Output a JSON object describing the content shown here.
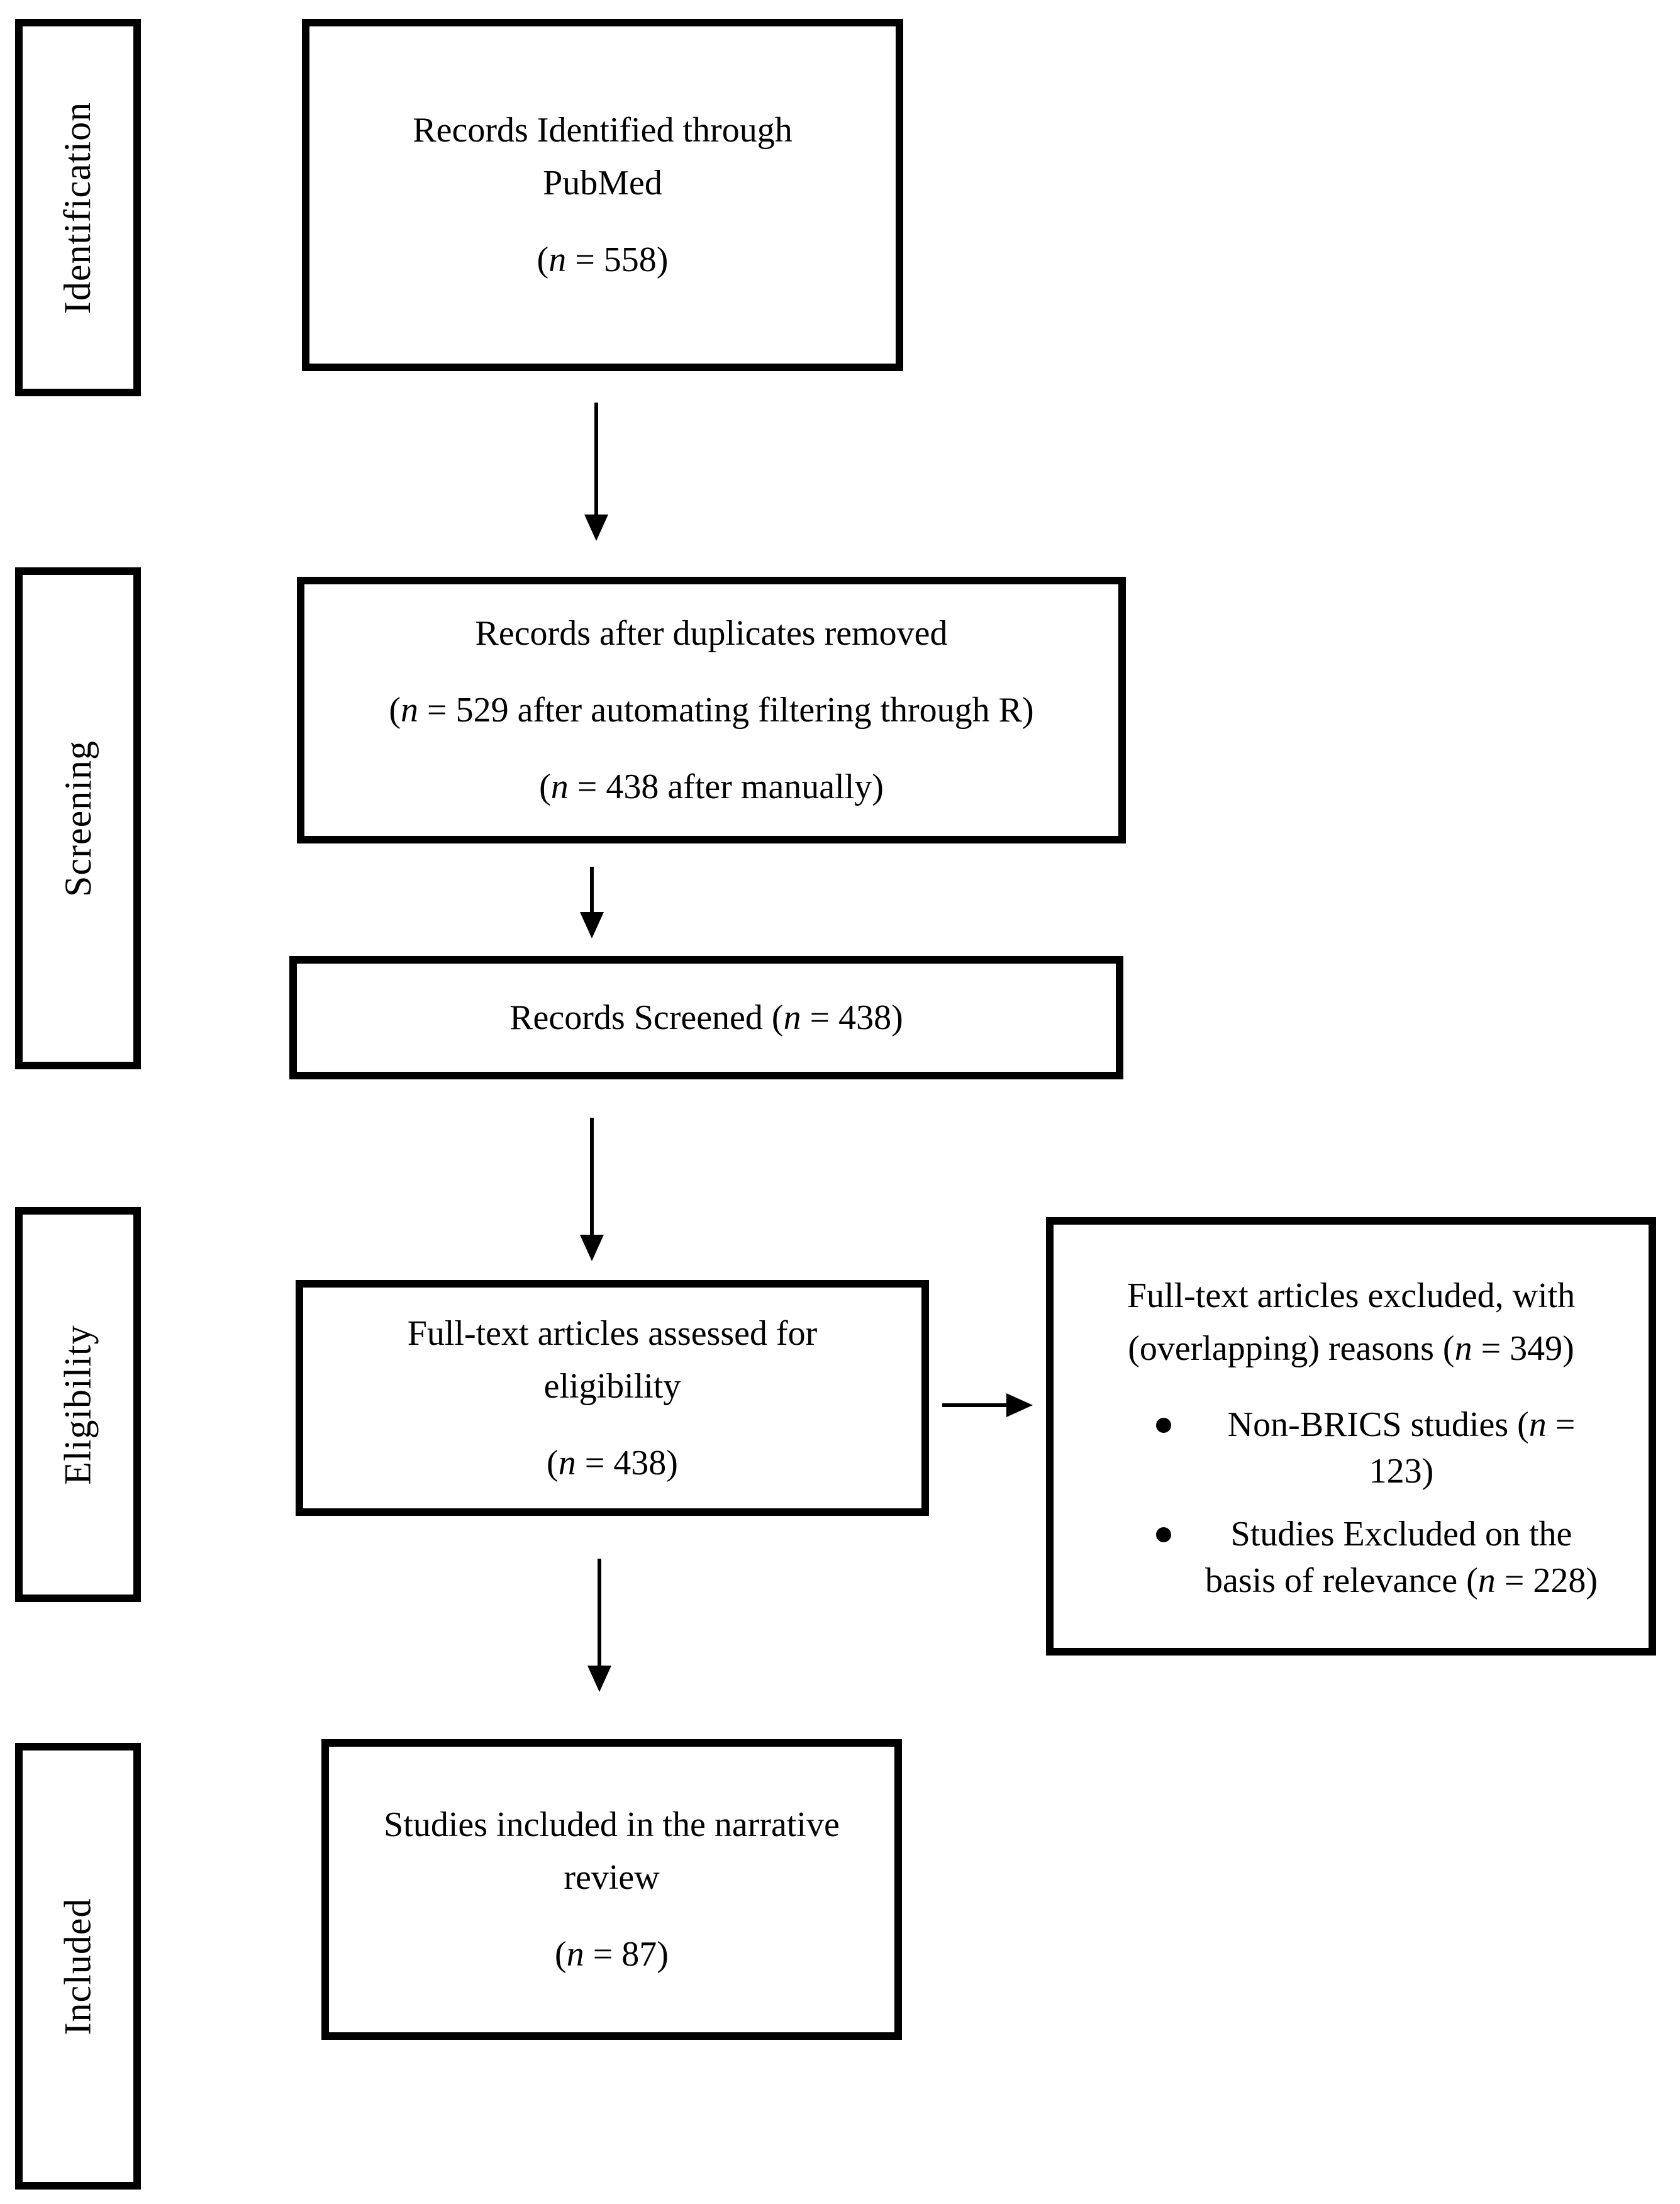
{
  "colors": {
    "ink": "#000000",
    "background": "#ffffff"
  },
  "sidebar": {
    "stages": [
      {
        "label": "Identification"
      },
      {
        "label": "Screening"
      },
      {
        "label": "Eligibility"
      },
      {
        "label": "Included"
      }
    ]
  },
  "flow": {
    "identified": {
      "lines": [
        "Records Identified through",
        "PubMed"
      ],
      "count": "(n = 558)"
    },
    "deduplicated": {
      "lines": [
        "Records after duplicates removed",
        "(n = 529 after automating filtering through R)",
        "(n = 438 after manually)"
      ]
    },
    "screened": {
      "text": "Records Screened (n = 438)"
    },
    "assessed": {
      "lines": [
        "Full-text articles assessed for",
        "eligibility"
      ],
      "count": "(n = 438)"
    },
    "excluded": {
      "lines": [
        "Full-text articles excluded, with",
        "(overlapping) reasons (n = 349)"
      ],
      "bullets": [
        "Non-BRICS studies (n = 123)",
        "Studies Excluded on the basis of relevance (n = 228)"
      ]
    },
    "included": {
      "lines": [
        "Studies included in the narrative",
        "review"
      ],
      "count": "(n = 87)"
    }
  }
}
